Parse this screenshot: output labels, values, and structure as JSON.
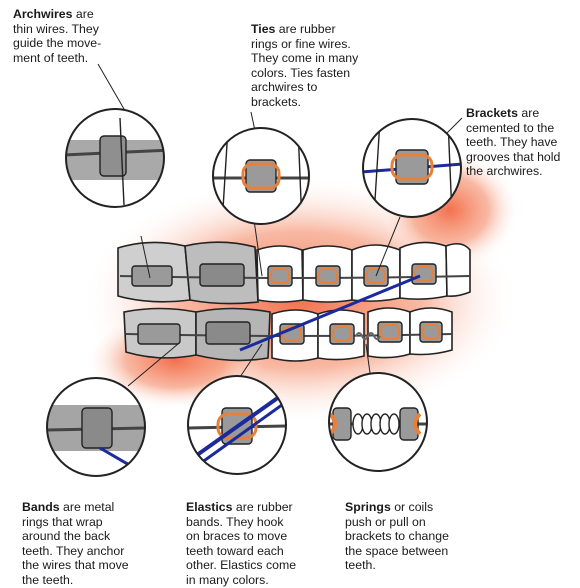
{
  "labels": {
    "archwires": {
      "term": "Archwires",
      "text": " are\nthin wires. They\nguide the move-\nment of teeth."
    },
    "ties": {
      "term": "Ties",
      "text": " are rubber\nrings or fine wires.\nThey come in many\ncolors. Ties fasten\narchwires to\nbrackets."
    },
    "brackets": {
      "term": "Brackets",
      "text": " are\ncemented to the\nteeth. They have\ngrooves that hold\nthe archwires."
    },
    "bands": {
      "term": "Bands",
      "text": " are metal\nrings that wrap\naround the back\nteeth. They anchor\nthe wires that move\nthe teeth."
    },
    "elastics": {
      "term": "Elastics",
      "text": " are rubber\nbands. They hook\non braces to move\nteeth toward each\nother. Elastics come\nin many colors."
    },
    "springs": {
      "term": "Springs",
      "text": " or coils\npush or pull on\nbrackets to change\nthe space between\nteeth."
    }
  },
  "colors": {
    "gum": "#f07a55",
    "tie": "#e8803a",
    "elastic": "#1c2a9c",
    "metal": "#8d8d8d",
    "outline": "#222222"
  }
}
